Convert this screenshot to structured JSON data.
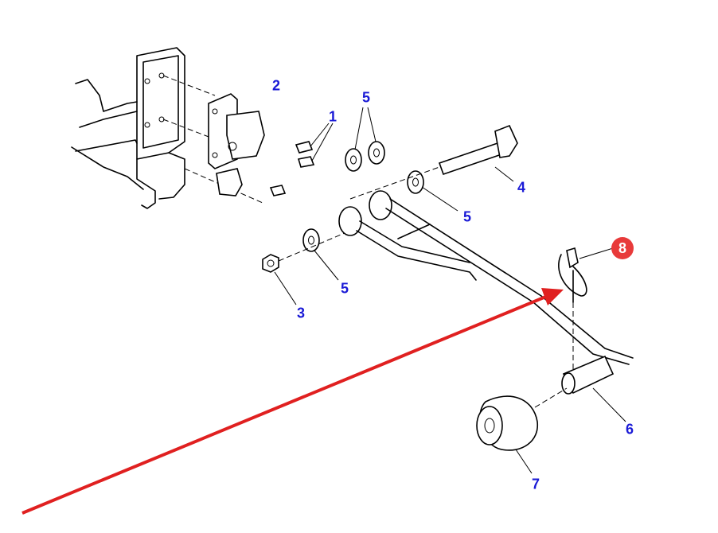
{
  "diagram": {
    "callouts": {
      "part1": "1",
      "part2": "2",
      "part3": "3",
      "part4": "4",
      "part5a": "5",
      "part5b": "5",
      "part5c": "5",
      "part6": "6",
      "part7": "7",
      "part8": "8"
    },
    "colors": {
      "label": "#1a1ad6",
      "highlight": "#e83a3a",
      "arrow": "#e02020"
    }
  }
}
